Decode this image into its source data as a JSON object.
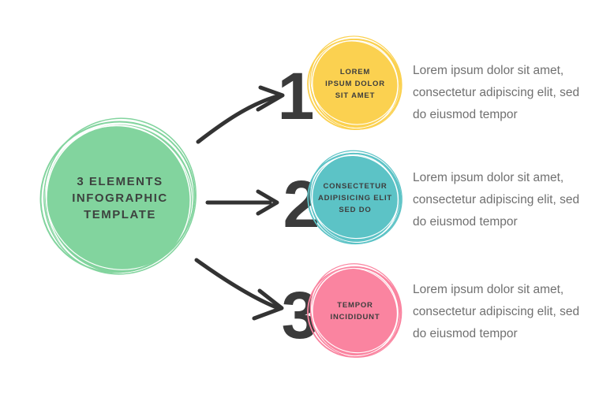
{
  "colors": {
    "green": "#82d49e",
    "yellow": "#fbd150",
    "teal": "#5cc3c6",
    "pink": "#fa84a0",
    "arrow": "#333333",
    "number": "#3b3b3b",
    "heading": "#3d423f",
    "body_text": "#707070"
  },
  "main_circle": {
    "line1": "3 ELEMENTS",
    "line2": "INFOGRAPHIC",
    "line3": "TEMPLATE"
  },
  "items": [
    {
      "number": "1",
      "color": "#fbd150",
      "label_lines": {
        "l1": "LOREM",
        "l2": "IPSUM DOLOR",
        "l3": "SIT AMET"
      },
      "desc_lines": {
        "l1": "Lorem ipsum dolor sit amet,",
        "l2": "consectetur adipiscing elit, sed",
        "l3": "do eiusmod tempor"
      }
    },
    {
      "number": "2",
      "color": "#5cc3c6",
      "label_lines": {
        "l1": "CONSECTETUR",
        "l2": "ADIPISICING ELIT",
        "l3": "SED DO"
      },
      "desc_lines": {
        "l1": "Lorem ipsum dolor sit amet,",
        "l2": "consectetur adipiscing elit, sed",
        "l3": "do eiusmod tempor"
      }
    },
    {
      "number": "3",
      "color": "#fa84a0",
      "label_lines": {
        "l1": "TEMPOR",
        "l2": "INCIDIDUNT",
        "l3": ""
      },
      "desc_lines": {
        "l1": "Lorem ipsum dolor sit amet,",
        "l2": "consectetur adipiscing elit, sed",
        "l3": "do eiusmod tempor"
      }
    }
  ]
}
